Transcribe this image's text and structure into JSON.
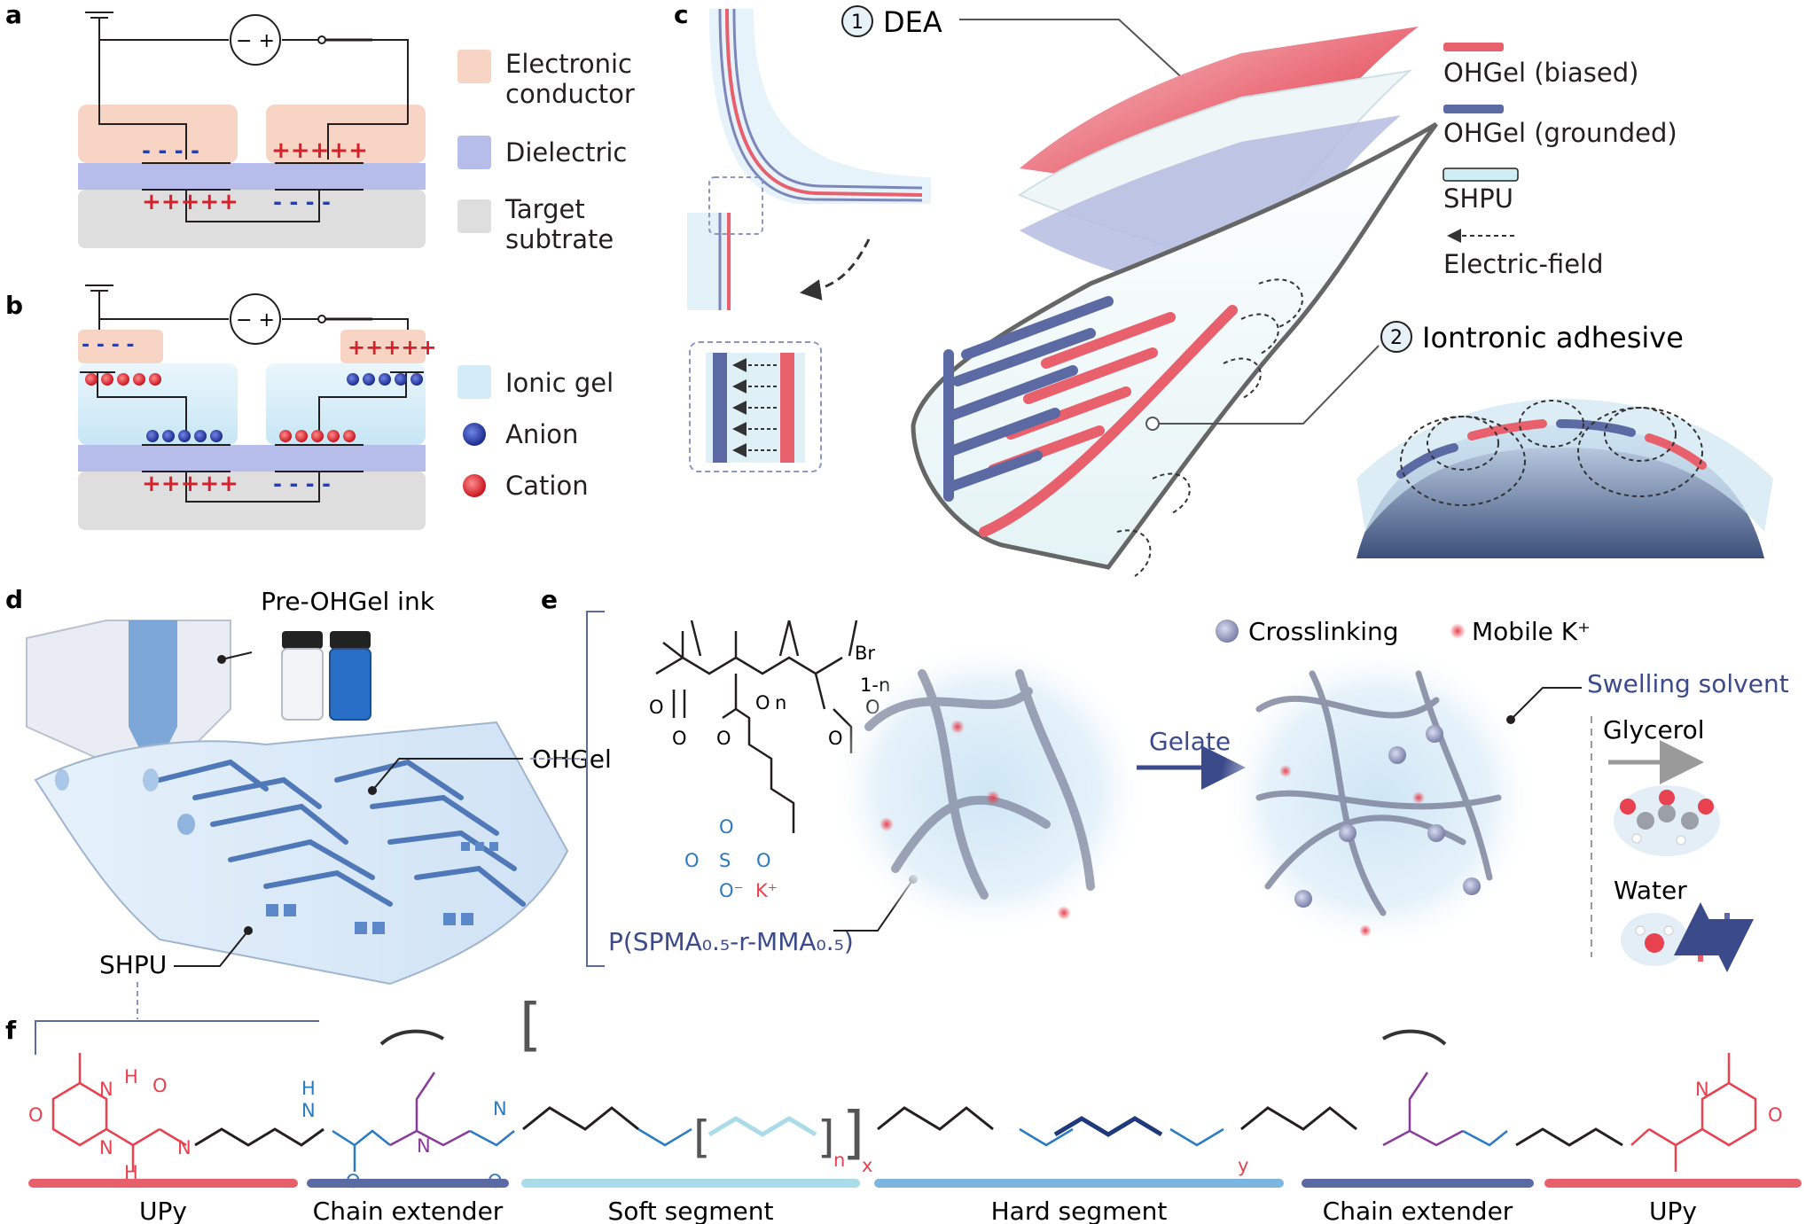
{
  "panels": {
    "a": "a",
    "b": "b",
    "c": "c",
    "d": "d",
    "e": "e",
    "f": "f"
  },
  "panel_a": {
    "legend": [
      {
        "lines": [
          "Electronic",
          "conductor"
        ],
        "color": "#f8d4c4"
      },
      {
        "lines": [
          "Dielectric"
        ],
        "color": "#b7bdeb"
      },
      {
        "lines": [
          "Target",
          "subtrate"
        ],
        "color": "#dedede"
      }
    ],
    "source_sign": "− +",
    "charges": {
      "plus": "+++++",
      "minus": "- - - -"
    }
  },
  "panel_b": {
    "legend": [
      {
        "lines": [
          "Ionic gel"
        ],
        "color": "#d4ecf7"
      },
      {
        "lines": [
          "Anion"
        ],
        "color": "#2a3ea8"
      },
      {
        "lines": [
          "Cation"
        ],
        "color": "#d8202a"
      }
    ]
  },
  "panel_c": {
    "callout_1_num": "1",
    "callout_1": "DEA",
    "callout_2_num": "2",
    "callout_2": "Iontronic adhesive",
    "legend": [
      {
        "label": "OHGel (biased)",
        "color": "#e8606c"
      },
      {
        "label": "OHGel (grounded)",
        "color": "#5c6aa3"
      },
      {
        "label": "SHPU",
        "color": "#cfeef3"
      },
      {
        "label": "Electric-field",
        "color": "#333333"
      }
    ]
  },
  "panel_d": {
    "ink_label": "Pre-OHGel ink",
    "ohgel_label": "OHGel",
    "shpu_label": "SHPU"
  },
  "panel_e": {
    "legend_crosslinking": "Crosslinking",
    "legend_mobile": "Mobile K⁺",
    "gelate": "Gelate",
    "swelling_solvent": "Swelling solvent",
    "glycerol": "Glycerol",
    "water": "Water",
    "polymer_name": "P(SPMA₀.₅-r-MMA₀.₅)",
    "chem": {
      "br": "Br",
      "n": "n",
      "one_minus_n": "1-n",
      "o": "O",
      "s": "S",
      "o_minus": "O⁻",
      "k_plus": "K⁺"
    }
  },
  "panel_f": {
    "segments": [
      {
        "label": "UPy",
        "color": "#e8606c"
      },
      {
        "label": "Chain extender",
        "color": "#5c6aa3"
      },
      {
        "label": "Soft segment",
        "color": "#a9dbe8"
      },
      {
        "label": "Hard segment",
        "color": "#7cb6e0"
      },
      {
        "label": "Chain extender",
        "color": "#5c6aa3"
      },
      {
        "label": "UPy",
        "color": "#e8606c"
      }
    ],
    "atoms": {
      "o": "O",
      "n": "N",
      "h": "H",
      "x": "x",
      "y": "y",
      "n_sub": "n"
    }
  },
  "colors": {
    "biased": "#e8606c",
    "grounded": "#5c6aa3",
    "ionic": "#d4ecf7",
    "dielectric": "#b7bdeb",
    "conductor": "#f8d4c4",
    "substrate": "#dedede",
    "blue_chem": "#2a7bc0",
    "red_chem": "#e8414f"
  }
}
